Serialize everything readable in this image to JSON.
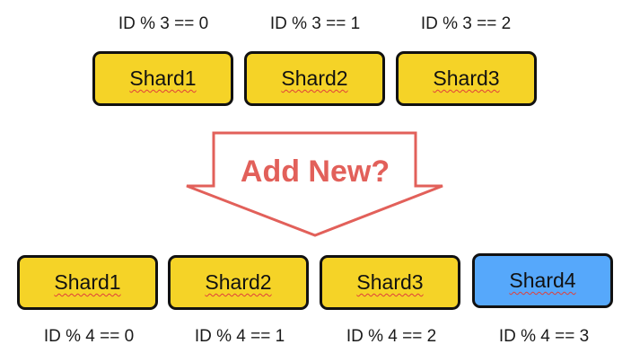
{
  "top": {
    "labels": [
      "ID % 3 == 0",
      "ID % 3 == 1",
      "ID % 3 == 2"
    ],
    "shards": [
      "Shard1",
      "Shard2",
      "Shard3"
    ]
  },
  "arrow": {
    "text": "Add New?",
    "color": "#e2605a"
  },
  "bottom": {
    "labels": [
      "ID % 4 == 0",
      "ID % 4 == 1",
      "ID % 4 == 2",
      "ID % 4 == 3"
    ],
    "shards": [
      "Shard1",
      "Shard2",
      "Shard3",
      "Shard4"
    ]
  },
  "colors": {
    "existing_shard": "#f5d327",
    "new_shard": "#56a8fb",
    "border": "#111111"
  }
}
